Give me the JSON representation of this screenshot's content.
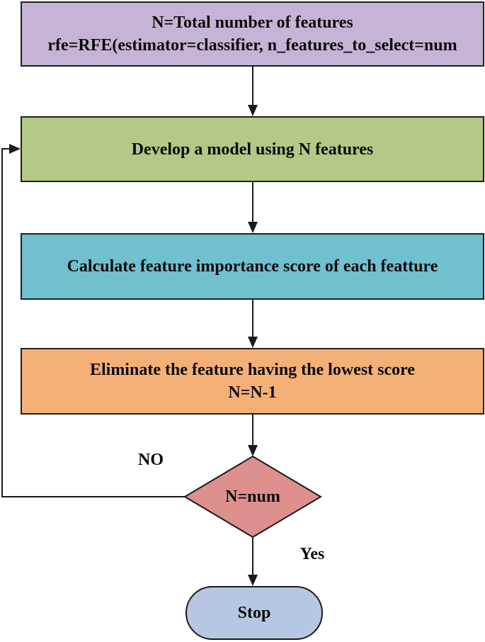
{
  "flowchart": {
    "nodes": {
      "init": {
        "line1": "N=Total number of features",
        "line2": "rfe=RFE(estimator=classifier, n_features_to_select=num",
        "fill": "#c6b4d6"
      },
      "develop": {
        "line1": "Develop a model using N features",
        "fill": "#b3c985"
      },
      "calculate": {
        "line1": "Calculate feature importance score of each featture",
        "fill": "#70c0d0"
      },
      "eliminate": {
        "line1": "Eliminate the feature having the lowest score",
        "line2": "N=N-1",
        "fill": "#f5b078"
      },
      "decision": {
        "label": "N=num",
        "fill": "#dd908d"
      },
      "stop": {
        "label": "Stop",
        "fill": "#b5c7e1"
      }
    },
    "edge_labels": {
      "no": "NO",
      "yes": "Yes"
    },
    "line_color": "#1a1a1a",
    "text_color": "#0a0a0a"
  }
}
